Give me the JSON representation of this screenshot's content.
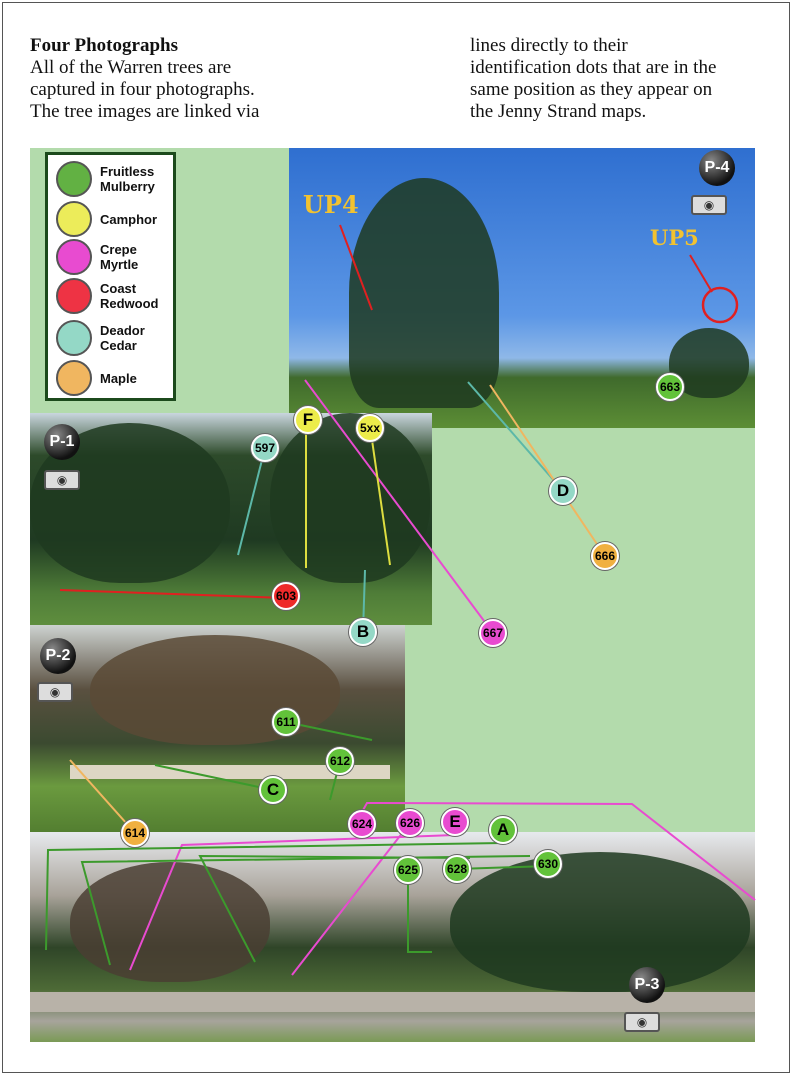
{
  "header": {
    "title": "Four Photographs",
    "left_lines": [
      "All of the Warren trees are",
      "captured in four photographs.",
      "The tree images are linked via"
    ],
    "right_lines": [
      "lines directly to their",
      "identification dots that are in the",
      "same position as they appear on",
      "the Jenny Strand maps."
    ]
  },
  "legend": [
    {
      "label": "Fruitless Mulberry",
      "color": "#62b143"
    },
    {
      "label": "Camphor",
      "color": "#ecec5a"
    },
    {
      "label": "Crepe Myrtle",
      "color": "#e84bd0"
    },
    {
      "label": "Coast Redwood",
      "color": "#ee3344"
    },
    {
      "label": "Deador Cedar",
      "color": "#94d8c6"
    },
    {
      "label": "Maple",
      "color": "#f0b660"
    }
  ],
  "photos": {
    "p1": "P-1",
    "p2": "P-2",
    "p3": "P-3",
    "p4": "P-4"
  },
  "labels": {
    "up4": "UP4",
    "up5": "UP5"
  },
  "dots": {
    "d663": "663",
    "dF": "F",
    "d5xx": "5xx",
    "d597": "597",
    "dD": "D",
    "d666": "666",
    "d603": "603",
    "d667": "667",
    "dB": "B",
    "d611": "611",
    "d612": "612",
    "dC": "C",
    "d614": "614",
    "d624": "624",
    "d626": "626",
    "dE": "E",
    "dA": "A",
    "d625": "625",
    "d628": "628",
    "d630": "630"
  }
}
